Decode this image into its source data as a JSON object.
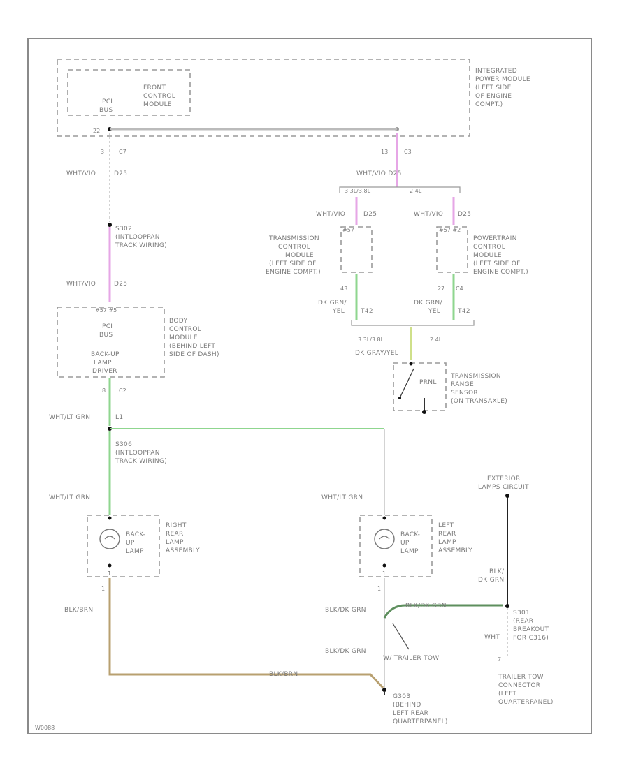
{
  "diagram": {
    "figure_id": "W0088",
    "modules": {
      "integrated_power_module": "INTEGRATED POWER MODULE (LEFT SIDE OF ENGINE COMPT.)",
      "front_control_module": "FRONT CONTROL MODULE",
      "pci_bus_top": "PCI BUS",
      "body_control_module": "BODY CONTROL MODULE (BEHIND LEFT SIDE OF DASH)",
      "bcm_pci_bus": "PCI BUS",
      "backup_lamp_driver": "BACK-UP LAMP DRIVER",
      "transmission_control_module": "TRANSMISSION CONTROL MODULE (LEFT SIDE OF ENGINE COMPT.)",
      "powertrain_control_module": "POWERTRAIN CONTROL MODULE (LEFT SIDE OF ENGINE COMPT.)",
      "transmission_range_sensor": "TRANSMISSION RANGE SENSOR (ON TRANSAXLE)",
      "prnl": "PRNL",
      "right_rear_lamp": "RIGHT REAR LAMP ASSEMBLY",
      "left_rear_lamp": "LEFT REAR LAMP ASSEMBLY",
      "backup_lamp": "BACK-UP LAMP",
      "exterior_lamps_circuit": "EXTERIOR LAMPS CIRCUIT",
      "trailer_tow_connector": "TRAILER TOW CONNECTOR (LEFT QUARTERPANEL)",
      "w_trailer_tow": "W/ TRAILER TOW"
    },
    "splices": {
      "s302": "S302 (INTLOOPPAN TRACK WIRING)",
      "s306": "S306 (INTLOOPPAN TRACK WIRING)",
      "s301": "S301 (REAR BREAKOUT FOR C316)",
      "g303": "G303 (BEHIND LEFT REAR QUARTERPANEL)"
    },
    "engine_variants": {
      "v1": "3.3L/3.8L",
      "v2": "2.4L"
    },
    "pins": {
      "ipm_pin": "22",
      "c7_pin": "3",
      "c7": "C7",
      "c3_pin": "13",
      "c3": "C3",
      "tcm_pin": "43",
      "pcm_pin": "27",
      "pcm_conn": "C4",
      "bcm_out_pin": "8",
      "bcm_out_conn": "C2",
      "pin_1_left": "1",
      "pin_1_right": "1",
      "pin_1_lamp_r": "1",
      "pin_1_lamp_l": "1",
      "tow_conn_pin": "7",
      "conn_code_tcm": "#57",
      "conn_code_pcm": "#57 #2",
      "conn_code_bcm": "#57 #5"
    },
    "wires": {
      "wht_vio_d25": "WHT/VIO  D25",
      "wht_vio": "WHT/VIO",
      "d25": "D25",
      "dk_grn_yel": "DK GRN/ YEL",
      "t42": "T42",
      "dk_gray_yel": "DK GRAY/YEL",
      "wht_lt_grn": "WHT/LT GRN",
      "l1": "L1",
      "blk_brn": "BLK/BRN",
      "blk_dk_grn": "BLK/DK GRN",
      "blk_dk_grn_vert": "BLK/ DK GRN",
      "wht": "WHT"
    },
    "colors": {
      "violet_wire": "#e6a6e6",
      "green_wire": "#8fd68f",
      "yellowgreen_wire": "#cfe08a",
      "tan_wire": "#b8a070",
      "dark_green_wire": "#5e8f5e",
      "black_wire": "#222222"
    }
  }
}
